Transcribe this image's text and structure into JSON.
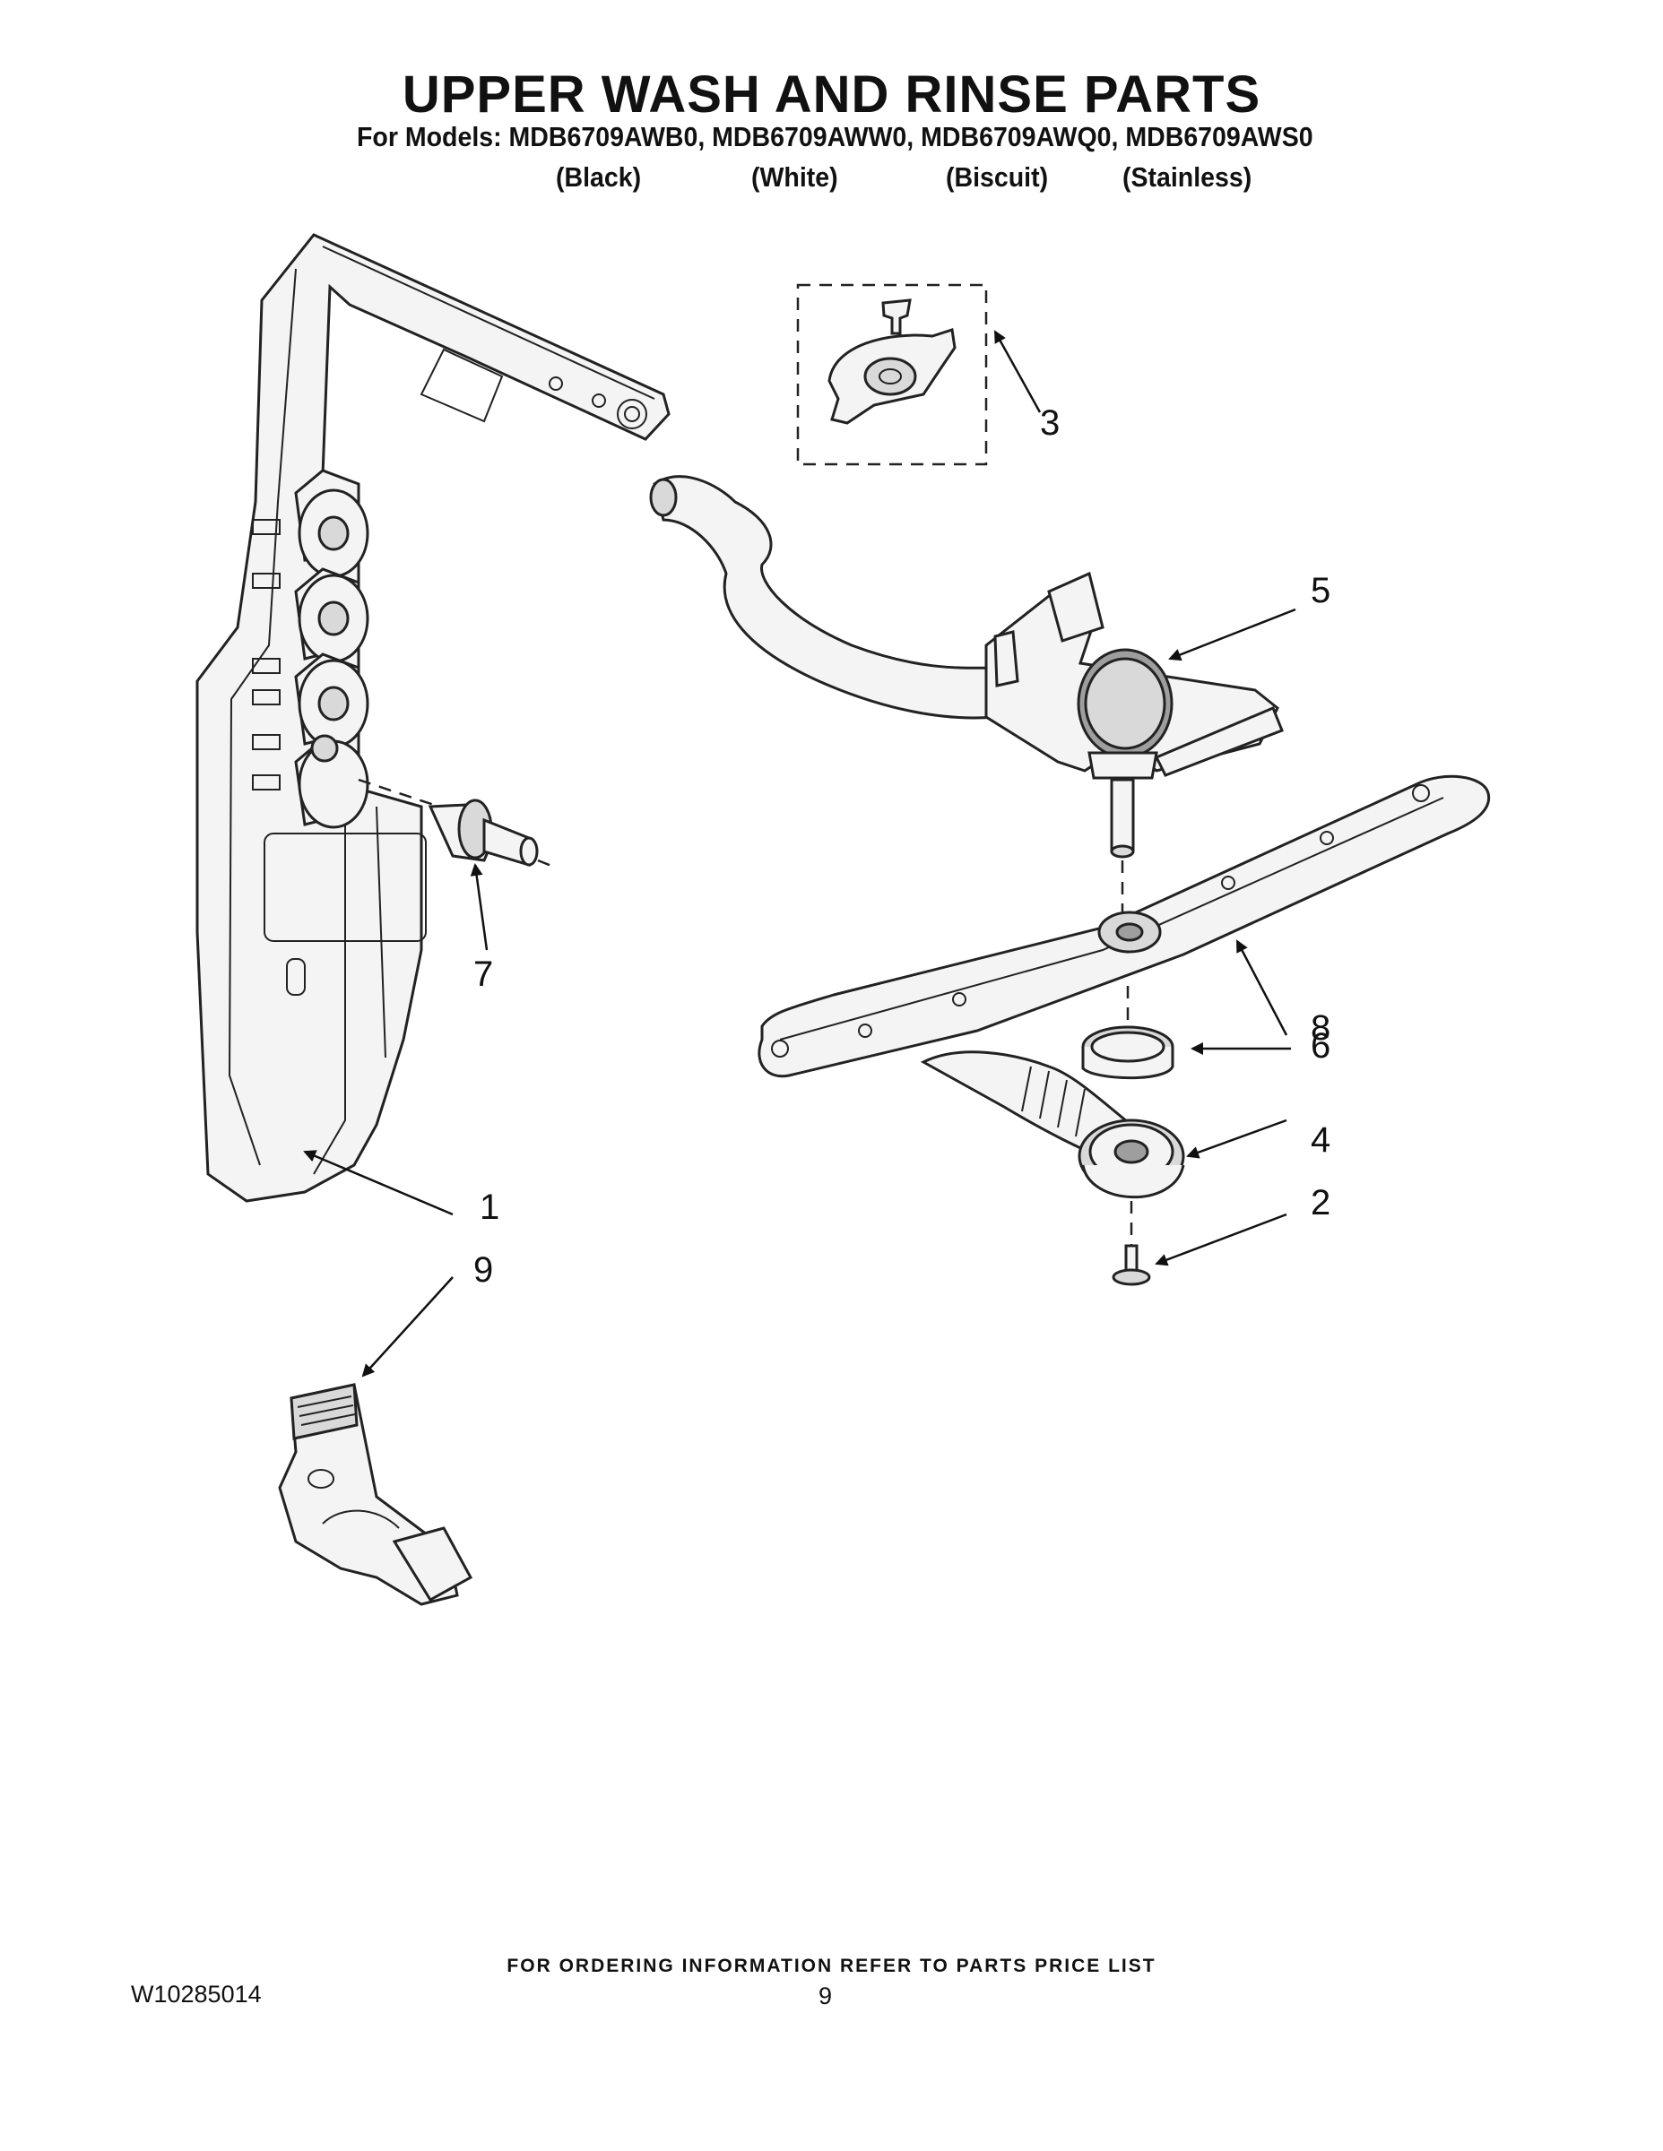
{
  "header": {
    "title": "UPPER WASH AND RINSE PARTS",
    "subtitle": "For Models: MDB6709AWB0, MDB6709AWW0, MDB6709AWQ0, MDB6709AWS0",
    "colors": [
      "(Black)",
      "(White)",
      "(Biscuit)",
      "(Stainless)"
    ]
  },
  "callouts": [
    "1",
    "2",
    "3",
    "4",
    "5",
    "6",
    "7",
    "8",
    "9"
  ],
  "footer": {
    "note": "FOR ORDERING INFORMATION REFER TO PARTS PRICE LIST",
    "document_number": "W10285014",
    "page_number": "9"
  }
}
